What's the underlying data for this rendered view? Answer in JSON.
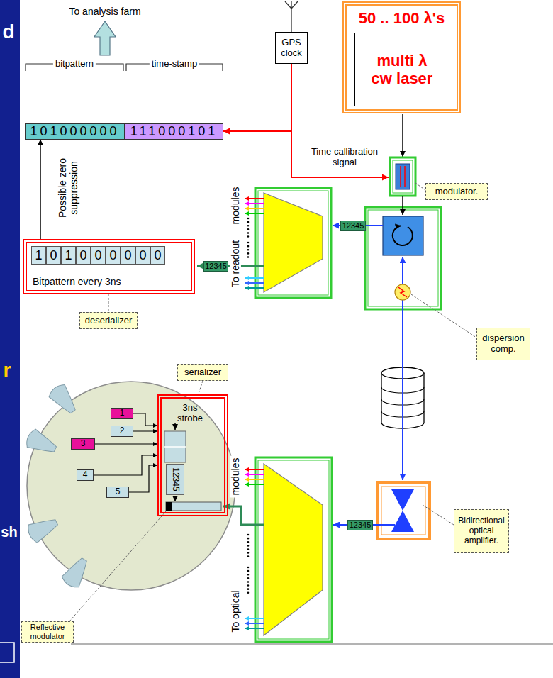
{
  "diagram": {
    "nodes": [
      {
        "text": [
          "GPS clock"
        ]
      },
      {
        "text": [
          "50 .. 100 λ's"
        ]
      },
      {
        "text": [
          "multi λ cw laser"
        ],
        "in": 1
      },
      {
        "text": [
          "101000000"
        ]
      },
      {
        "text": [
          "111000101"
        ]
      },
      {
        "text": [
          "modulator."
        ]
      },
      {
        "text": [
          "12345"
        ]
      },
      {
        "text": [
          "Bitpattern every 3ns"
        ]
      },
      {
        "text": [
          "1"
        ],
        "in": 7
      },
      {
        "text": [
          "0"
        ],
        "in": 7
      },
      {
        "text": [
          "1"
        ],
        "in": 7
      },
      {
        "text": [
          "0"
        ],
        "in": 7
      },
      {
        "text": [
          "0"
        ],
        "in": 7
      },
      {
        "text": [
          "0"
        ],
        "in": 7
      },
      {
        "text": [
          "0"
        ],
        "in": 7
      },
      {
        "text": [
          "0"
        ],
        "in": 7
      },
      {
        "text": [
          "0"
        ],
        "in": 7
      },
      {
        "text": [
          "12345"
        ]
      },
      {
        "text": [
          "deserializer"
        ]
      },
      {
        "text": [
          "dispersion comp."
        ]
      },
      {
        "text": [
          "serializer"
        ]
      },
      {
        "text": [
          "1"
        ]
      },
      {
        "text": [
          "2"
        ]
      },
      {
        "text": [
          "3"
        ]
      },
      {
        "text": [
          "4"
        ]
      },
      {
        "text": [
          "5"
        ]
      },
      {
        "text": [
          "3ns strobe"
        ]
      },
      {
        "text": [
          "12345"
        ],
        "in": 26
      },
      {
        "text": [
          "12345"
        ]
      },
      {
        "text": [
          "Bidirectional optical amplifier."
        ]
      },
      {
        "text": [
          "Reflective modulator"
        ]
      }
    ],
    "edges": [
      {
        "from": 0,
        "to": 4,
        "arrow": "to"
      },
      {
        "from": 7,
        "to": 3,
        "arrow": "to"
      },
      {
        "from": 21,
        "to": 26,
        "arrow": "to"
      },
      {
        "from": 22,
        "to": 26,
        "arrow": "to"
      },
      {
        "from": 23,
        "to": 26,
        "arrow": "to"
      },
      {
        "from": 24,
        "to": 26,
        "arrow": "to"
      },
      {
        "from": 25,
        "to": 26,
        "arrow": "to"
      }
    ],
    "labels": [
      "To analysis farm",
      "bitpattern",
      "time-stamp",
      "Time callibration signal",
      "Possible zero suppression",
      "modules",
      "To readout",
      "modules",
      "To optical",
      "d",
      "r",
      "sh"
    ]
  }
}
